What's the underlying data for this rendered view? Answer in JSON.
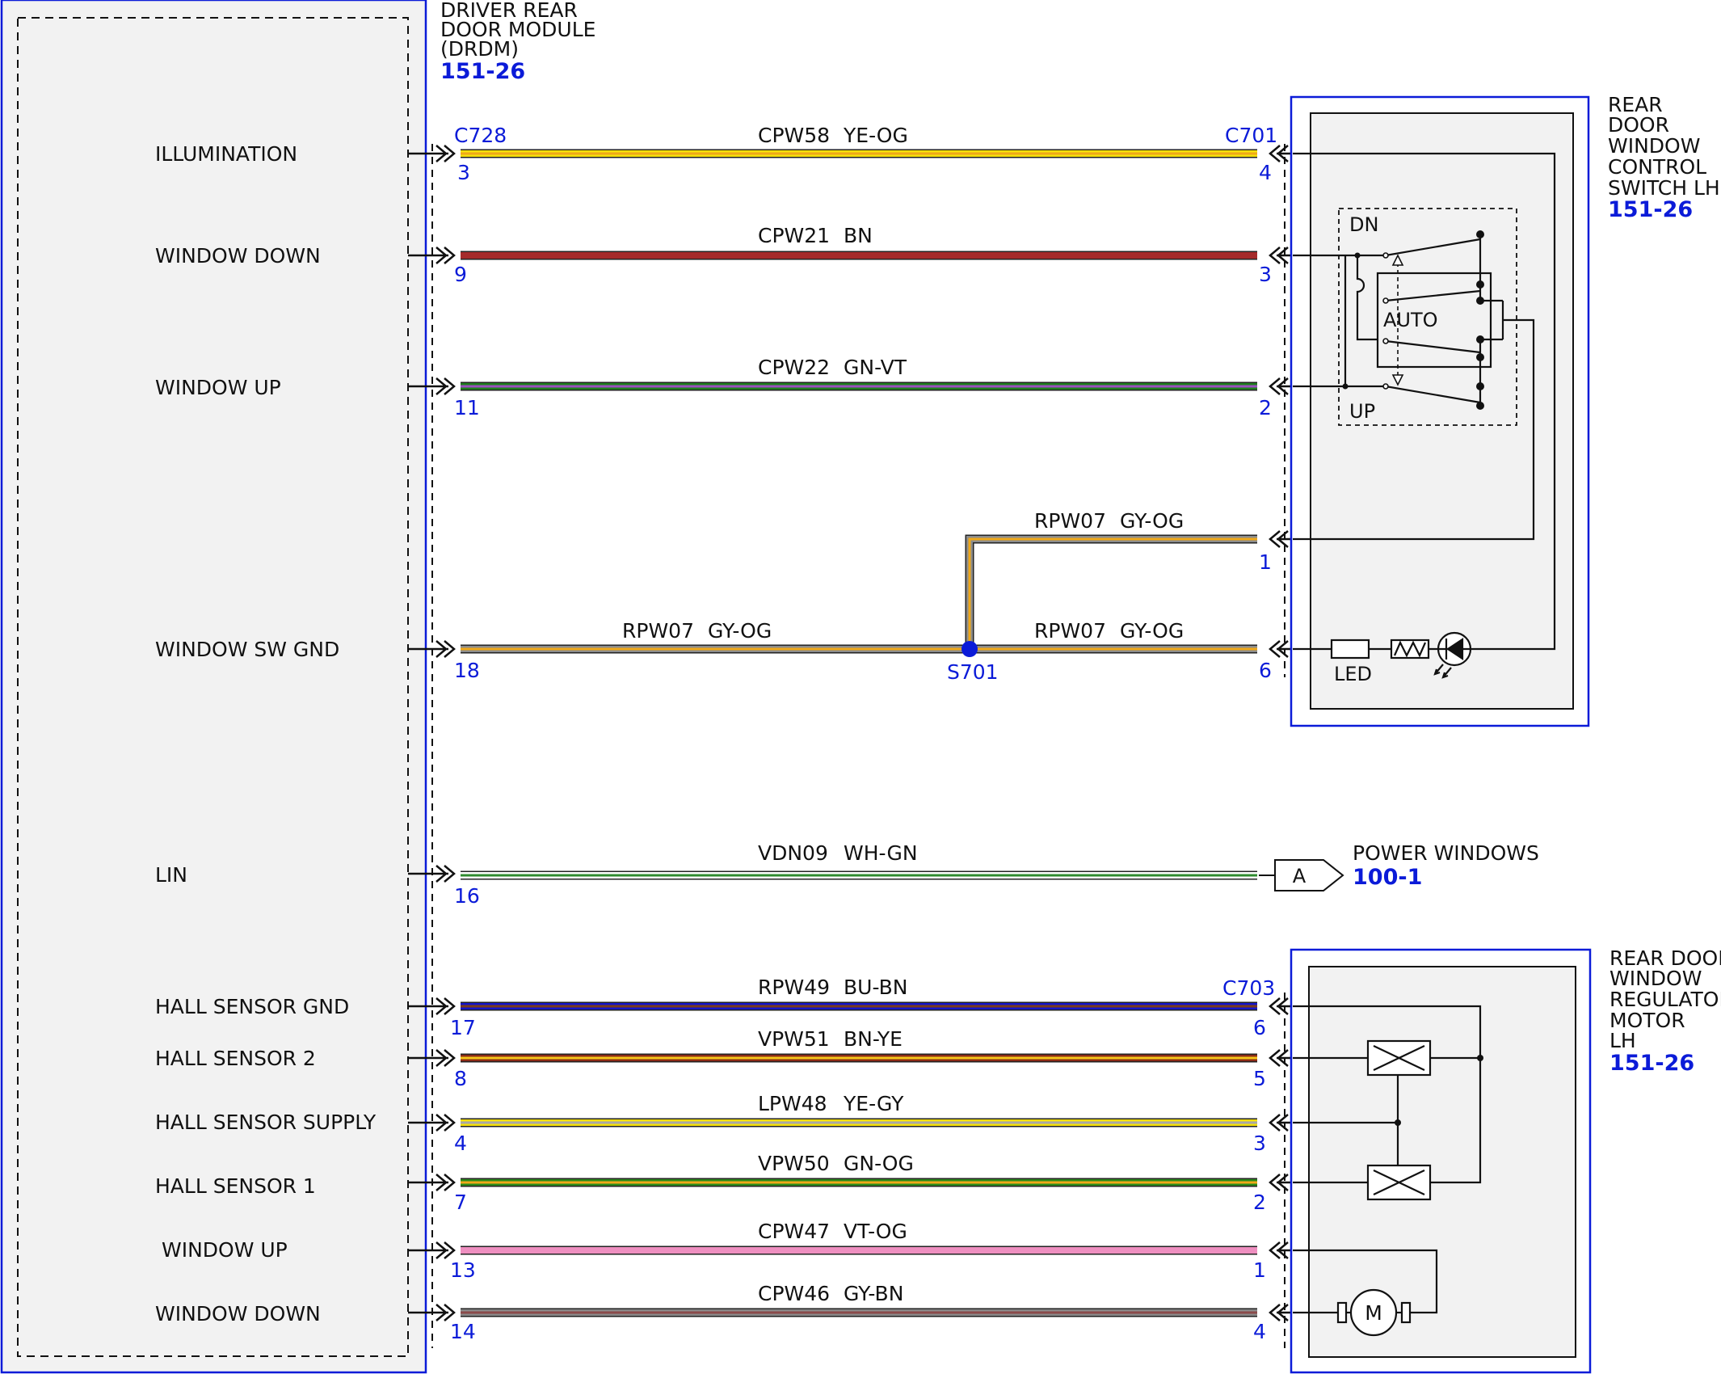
{
  "module": {
    "name_lines": [
      "DRIVER REAR",
      "DOOR MODULE",
      "(DRDM)"
    ],
    "ref": "151-26",
    "connector": "C728"
  },
  "switch": {
    "name_lines": [
      "REAR",
      "DOOR",
      "WINDOW",
      "CONTROL",
      "SWITCH LH"
    ],
    "ref": "151-26",
    "connector": "C701",
    "labels": {
      "dn": "DN",
      "auto": "AUTO",
      "up": "UP",
      "led": "LED"
    }
  },
  "motor": {
    "name_lines": [
      "REAR DOOR",
      "WINDOW",
      "REGULATOR",
      "MOTOR",
      "LH"
    ],
    "ref": "151-26",
    "connector": "C703",
    "motor_symbol": "M"
  },
  "power_windows": {
    "label": "POWER WINDOWS",
    "ref": "100-1",
    "marker": "A"
  },
  "splice": {
    "label": "S701"
  },
  "signals": [
    "ILLUMINATION",
    "WINDOW DOWN",
    "WINDOW UP",
    "WINDOW SW GND",
    "LIN",
    "HALL SENSOR GND",
    "HALL SENSOR 2",
    "HALL SENSOR SUPPLY",
    "HALL SENSOR 1",
    "WINDOW UP",
    "WINDOW DOWN"
  ],
  "wires": [
    {
      "circuit": "CPW58",
      "color": "YE-OG",
      "left_pin": "3",
      "right_pin": "4",
      "colors": [
        "#f5e10a",
        "#f0a818"
      ]
    },
    {
      "circuit": "CPW21",
      "color": "BN",
      "left_pin": "9",
      "right_pin": "3",
      "colors": [
        "#a52a2a",
        "#a52a2a"
      ]
    },
    {
      "circuit": "CPW22",
      "color": "GN-VT",
      "left_pin": "11",
      "right_pin": "2",
      "colors": [
        "#1e7d1e",
        "#9a4fbf"
      ]
    },
    {
      "circuit": "RPW07",
      "color": "GY-OG",
      "left_pin": "",
      "right_pin": "1",
      "colors": [
        "#8c8c8c",
        "#f0a818"
      ]
    },
    {
      "circuit": "RPW07",
      "color": "GY-OG",
      "left_pin": "18",
      "right_pin": "",
      "colors": [
        "#8c8c8c",
        "#f0a818"
      ]
    },
    {
      "circuit": "RPW07",
      "color": "GY-OG",
      "left_pin": "",
      "right_pin": "6",
      "colors": [
        "#8c8c8c",
        "#f0a818"
      ]
    },
    {
      "circuit": "VDN09",
      "color": "WH-GN",
      "left_pin": "16",
      "right_pin": "",
      "colors": [
        "#ffffff",
        "#2e8b2e"
      ]
    },
    {
      "circuit": "RPW49",
      "color": "BU-BN",
      "left_pin": "17",
      "right_pin": "6",
      "colors": [
        "#1515c8",
        "#7a3b1a"
      ]
    },
    {
      "circuit": "VPW51",
      "color": "BN-YE",
      "left_pin": "8",
      "right_pin": "5",
      "colors": [
        "#8b2a14",
        "#f5c518"
      ]
    },
    {
      "circuit": "LPW48",
      "color": "YE-GY",
      "left_pin": "4",
      "right_pin": "3",
      "colors": [
        "#f5e10a",
        "#a8a8a8"
      ]
    },
    {
      "circuit": "VPW50",
      "color": "GN-OG",
      "left_pin": "7",
      "right_pin": "2",
      "colors": [
        "#2a8a1a",
        "#f0a818"
      ]
    },
    {
      "circuit": "CPW47",
      "color": "VT-OG",
      "left_pin": "13",
      "right_pin": "1",
      "colors": [
        "#ee8fc0",
        "#ee8fc0"
      ]
    },
    {
      "circuit": "CPW46",
      "color": "GY-BN",
      "left_pin": "14",
      "right_pin": "4",
      "colors": [
        "#888888",
        "#8b4a4a"
      ]
    }
  ]
}
